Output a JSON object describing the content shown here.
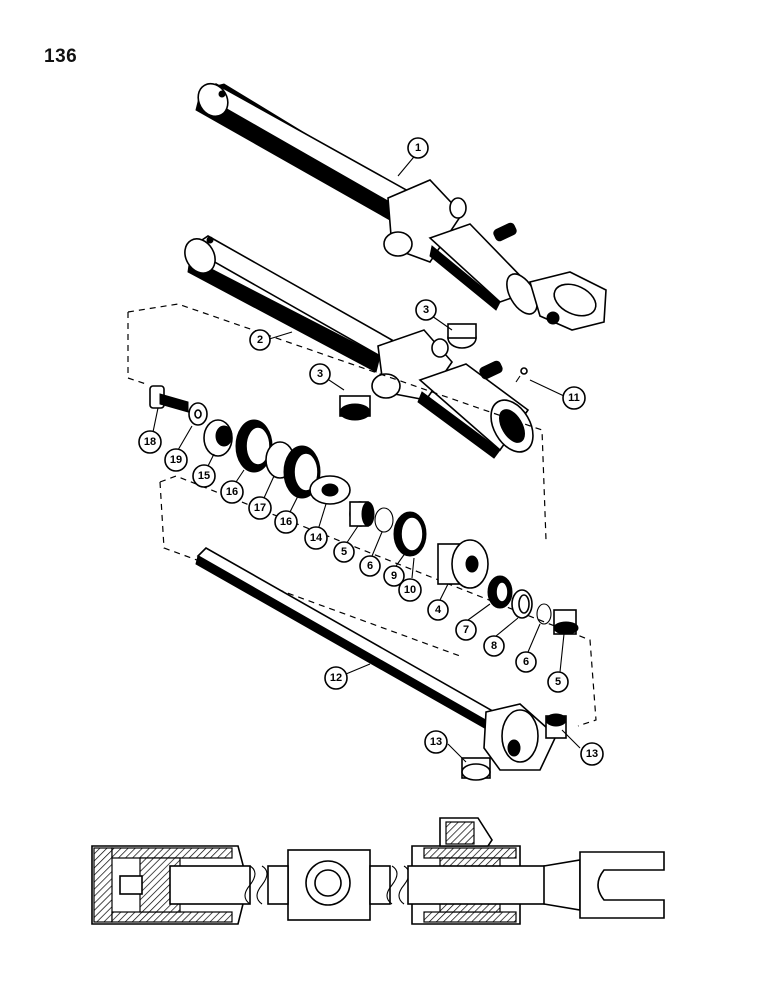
{
  "page": {
    "number": "136"
  },
  "callouts": [
    {
      "label": "1"
    },
    {
      "label": "2"
    },
    {
      "label": "3"
    },
    {
      "label": "3"
    },
    {
      "label": "11"
    },
    {
      "label": "18"
    },
    {
      "label": "19"
    },
    {
      "label": "15"
    },
    {
      "label": "16"
    },
    {
      "label": "17"
    },
    {
      "label": "16"
    },
    {
      "label": "14"
    },
    {
      "label": "5"
    },
    {
      "label": "6"
    },
    {
      "label": "9"
    },
    {
      "label": "10"
    },
    {
      "label": "4"
    },
    {
      "label": "7"
    },
    {
      "label": "8"
    },
    {
      "label": "6"
    },
    {
      "label": "5"
    },
    {
      "label": "12"
    },
    {
      "label": "13"
    },
    {
      "label": "13"
    }
  ],
  "icons": {
    "assembled_cylinder": "assembled-cylinder-icon",
    "barrel": "cylinder-barrel-icon",
    "rod": "piston-rod-icon",
    "cross_section": "cylinder-cross-section-icon"
  }
}
